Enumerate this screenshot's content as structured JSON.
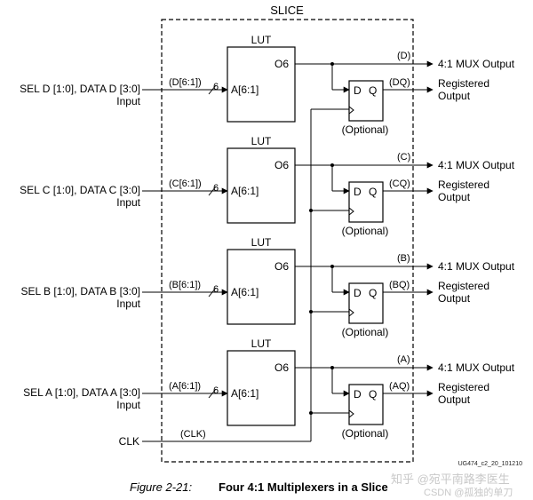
{
  "slice": {
    "title": "SLICE",
    "doc_id": "UG474_c2_20_101210",
    "clk_label": "CLK",
    "clk_net": "(CLK)"
  },
  "rows": [
    {
      "input_label": "SEL D [1:0], DATA D [3:0]",
      "input_word": "Input",
      "bus": "(D[6:1])",
      "bus_width": "6",
      "lut_title": "LUT",
      "lut_in": "A[6:1]",
      "lut_out": "O6",
      "mux_net": "(D)",
      "mux_out": "4:1 MUX Output",
      "reg_net": "(DQ)",
      "reg_out_1": "Registered",
      "reg_out_2": "Output",
      "ff_d": "D",
      "ff_q": "Q",
      "optional": "(Optional)"
    },
    {
      "input_label": "SEL C [1:0], DATA C [3:0]",
      "input_word": "Input",
      "bus": "(C[6:1])",
      "bus_width": "6",
      "lut_title": "LUT",
      "lut_in": "A[6:1]",
      "lut_out": "O6",
      "mux_net": "(C)",
      "mux_out": "4:1 MUX Output",
      "reg_net": "(CQ)",
      "reg_out_1": "Registered",
      "reg_out_2": "Output",
      "ff_d": "D",
      "ff_q": "Q",
      "optional": "(Optional)"
    },
    {
      "input_label": "SEL B [1:0], DATA B [3:0]",
      "input_word": "Input",
      "bus": "(B[6:1])",
      "bus_width": "6",
      "lut_title": "LUT",
      "lut_in": "A[6:1]",
      "lut_out": "O6",
      "mux_net": "(B)",
      "mux_out": "4:1 MUX Output",
      "reg_net": "(BQ)",
      "reg_out_1": "Registered",
      "reg_out_2": "Output",
      "ff_d": "D",
      "ff_q": "Q",
      "optional": "(Optional)"
    },
    {
      "input_label": "SEL A [1:0], DATA A [3:0]",
      "input_word": "Input",
      "bus": "(A[6:1])",
      "bus_width": "6",
      "lut_title": "LUT",
      "lut_in": "A[6:1]",
      "lut_out": "O6",
      "mux_net": "(A)",
      "mux_out": "4:1 MUX Output",
      "reg_net": "(AQ)",
      "reg_out_1": "Registered",
      "reg_out_2": "Output",
      "ff_d": "D",
      "ff_q": "Q",
      "optional": "(Optional)"
    }
  ],
  "caption": {
    "figure": "Figure 2-21:",
    "title": "Four 4:1 Multiplexers in a Slice"
  },
  "watermark": {
    "line1": "知乎 @宛平南路李医生",
    "line2": "CSDN @孤独的单刀"
  }
}
